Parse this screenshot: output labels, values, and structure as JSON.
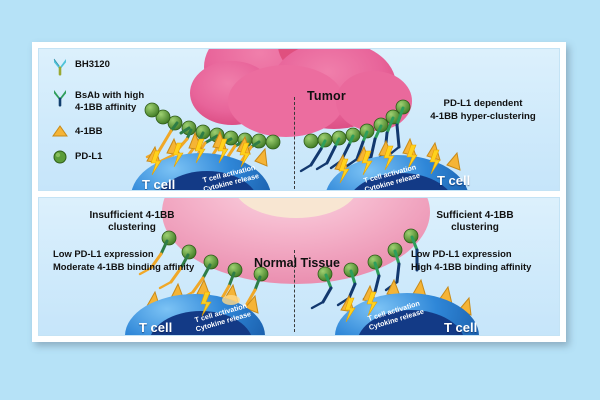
{
  "figure": {
    "background_color": "#b6e2f7",
    "panel_background": "#d6eefb"
  },
  "legend": {
    "items": [
      {
        "label": "BH3120",
        "icon": "antibody-bh3120-icon"
      },
      {
        "label": "BsAb with high\n4-1BB affinity",
        "icon": "antibody-bsab-icon"
      },
      {
        "label": "4-1BB",
        "icon": "triangle-4-1bb-icon"
      },
      {
        "label": "PD-L1",
        "icon": "circle-pdl1-icon"
      }
    ]
  },
  "panels": {
    "tumor": {
      "blob_label": "Tumor",
      "blob_color": "#e8649a",
      "right_caption_line1": "PD-L1 dependent",
      "right_caption_line2": "4-1BB hyper-clustering",
      "left_tcell": {
        "name": "T cell",
        "activation_line1": "T cell activation",
        "activation_line2": "Cytokine release"
      },
      "right_tcell": {
        "name": "T cell",
        "activation_line1": "T cell activation",
        "activation_line2": "Cytokine release"
      }
    },
    "normal": {
      "blob_label": "Normal Tissue",
      "blob_color": "#f2a9c4",
      "left_caption": {
        "title_line1": "Insufficient 4-1BB",
        "title_line2": "clustering",
        "detail1": "Low PD-L1 expression",
        "detail2": "Moderate 4-1BB binding affinity"
      },
      "right_caption": {
        "title_line1": "Sufficient 4-1BB",
        "title_line2": "clustering",
        "detail1": "Low PD-L1 expression",
        "detail2": "High 4-1BB binding affinity"
      },
      "left_tcell": {
        "name": "T cell",
        "activation_line1": "T cell activation",
        "activation_line2": "Cytokine release"
      },
      "right_tcell": {
        "name": "T cell",
        "activation_line1": "T cell activation",
        "activation_line2": "Cytokine release"
      }
    }
  },
  "colors": {
    "pdl1_green": "#4f8a34",
    "bb_orange": "#f0a828",
    "bsab_navy": "#12386e",
    "antibody_green": "#2e7d46",
    "tcell_blue": "#1f72c8",
    "tcell_core": "#133a86",
    "lightning_yellow": "#ffd21e",
    "tumor_pink": "#e8649a",
    "normal_pink": "#f2a9c4"
  }
}
